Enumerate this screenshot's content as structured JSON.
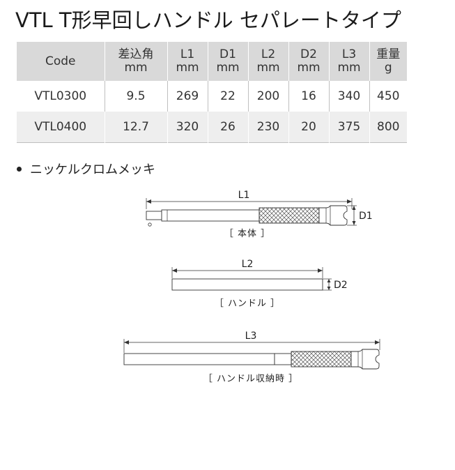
{
  "title": "VTL T形早回しハンドル セパレートタイプ",
  "table": {
    "headers": [
      {
        "l1": "Code",
        "l2": ""
      },
      {
        "l1": "差込角",
        "l2": "mm"
      },
      {
        "l1": "L1",
        "l2": "mm"
      },
      {
        "l1": "D1",
        "l2": "mm"
      },
      {
        "l1": "L2",
        "l2": "mm"
      },
      {
        "l1": "D2",
        "l2": "mm"
      },
      {
        "l1": "L3",
        "l2": "mm"
      },
      {
        "l1": "重量",
        "l2": "g"
      }
    ],
    "rows": [
      [
        "VTL0300",
        "9.5",
        "269",
        "22",
        "200",
        "16",
        "340",
        "450"
      ],
      [
        "VTL0400",
        "12.7",
        "320",
        "26",
        "230",
        "20",
        "375",
        "800"
      ]
    ]
  },
  "bullet": "ニッケルクロムメッキ",
  "figures": {
    "body": {
      "dim_length": "L1",
      "dim_diameter": "D1",
      "caption": "［ 本体 ］"
    },
    "handle": {
      "dim_length": "L2",
      "dim_diameter": "D2",
      "caption": "［ ハンドル ］"
    },
    "stored": {
      "dim_length": "L3",
      "caption": "［ ハンドル収納時 ］"
    }
  }
}
